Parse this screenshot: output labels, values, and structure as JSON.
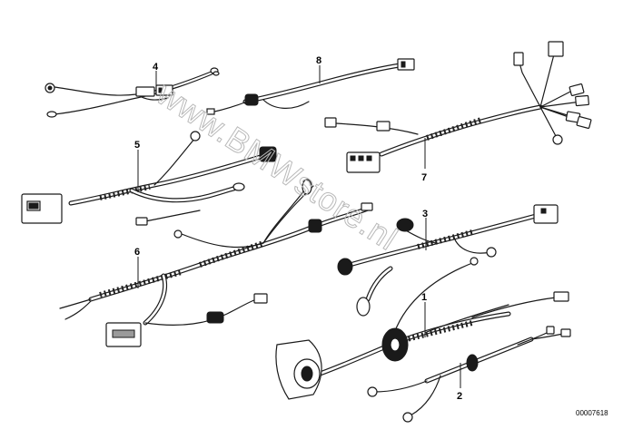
{
  "diagram": {
    "callouts": {
      "c1": "1",
      "c2": "2",
      "c3": "3",
      "c4": "4",
      "c5": "5",
      "c6": "6",
      "c7": "7",
      "c8": "8"
    },
    "part_number": "00007618",
    "watermark": "www.BMWstore.nl"
  }
}
